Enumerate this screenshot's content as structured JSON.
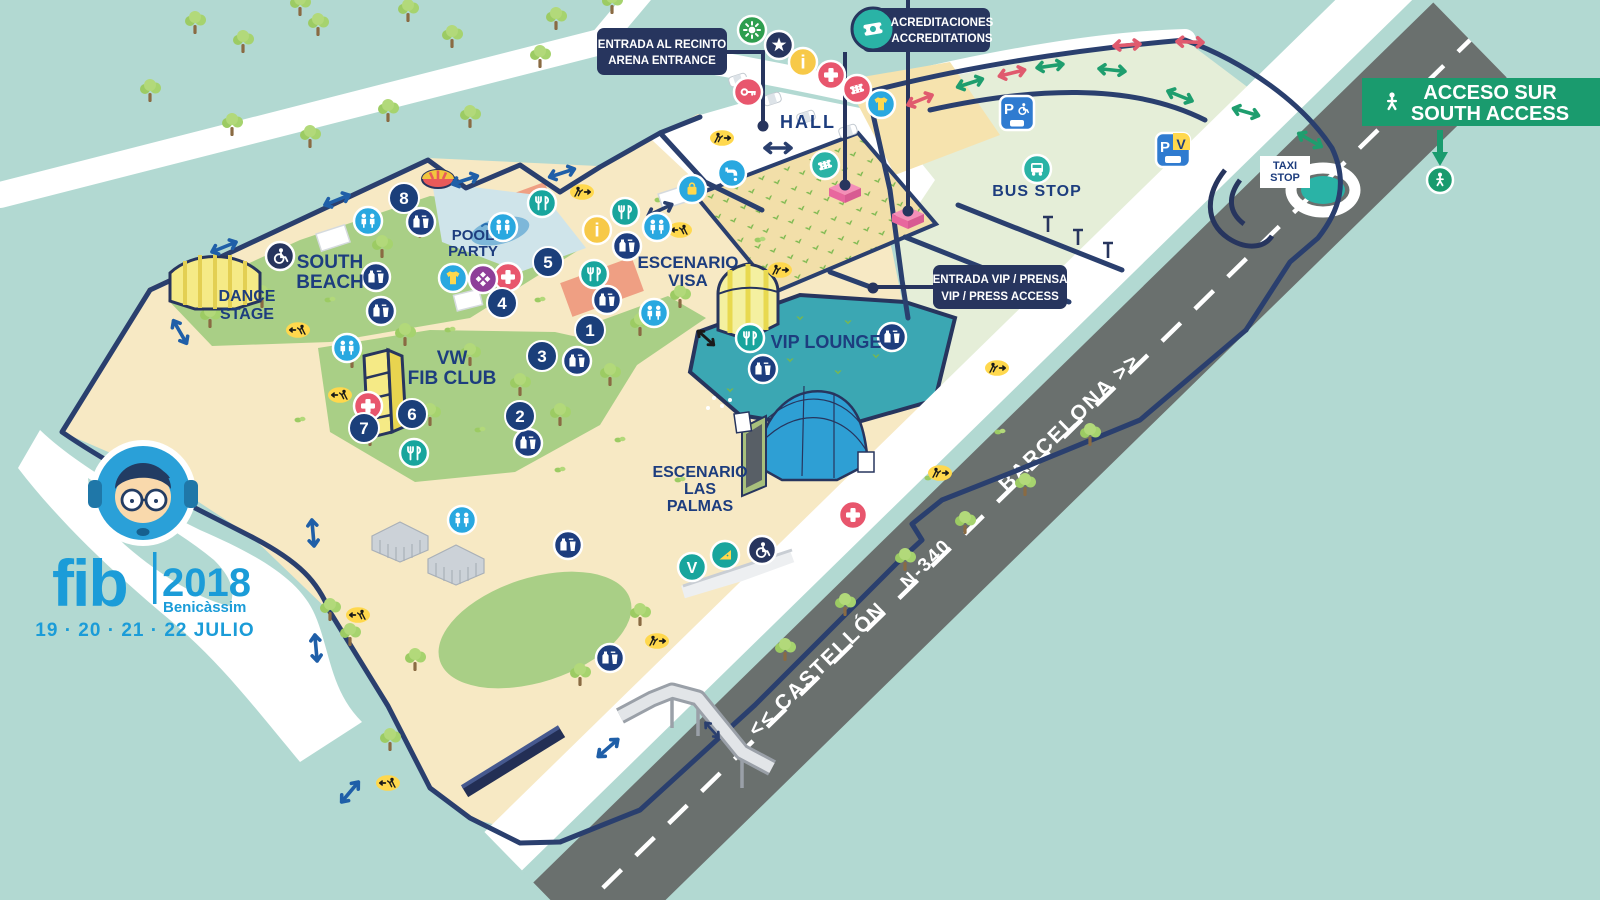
{
  "title": "FIB 2018 Benicàssim festival site map",
  "logo": {
    "brand": "fib",
    "year": "2018",
    "city": "Benicàssim",
    "dates": "19 · 20 · 21 · 22 JULIO"
  },
  "areas": {
    "dance_stage": {
      "l1": "DANCE",
      "l2": "STAGE"
    },
    "south_beach": {
      "l1": "SOUTH",
      "l2": "BEACH"
    },
    "pool_party": {
      "l1": "POOL",
      "l2": "PARTY"
    },
    "vw_fib_club": {
      "l1": "VW",
      "l2": "FIB CLUB"
    },
    "escenario_visa": {
      "l1": "ESCENARIO",
      "l2": "VISA"
    },
    "vip_lounge": {
      "l1": "VIP LOUNGE"
    },
    "escenario_las_palmas": {
      "l1": "ESCENARIO",
      "l2": "LAS",
      "l3": "PALMAS"
    },
    "hall": "HALL",
    "bus_stop": "BUS STOP",
    "taxi_stop": {
      "l1": "TAXI",
      "l2": "STOP"
    }
  },
  "callouts": {
    "arena_entrance": {
      "l1": "ENTRADA AL RECINTO",
      "l2": "ARENA ENTRANCE"
    },
    "accreditations": {
      "l1": "ACREDITACIONES",
      "l2": "ACCREDITATIONS"
    },
    "vip_access": {
      "l1": "ENTRADA VIP / PRENSA",
      "l2": "VIP / PRESS ACCESS"
    },
    "south_access": {
      "l1": "ACCESO SUR",
      "l2": "SOUTH ACCESS"
    }
  },
  "road": {
    "name": "N-340",
    "to_left": "<< CASTELLÓN",
    "to_right": "BARCELONA >>"
  },
  "markers": {
    "n1": "1",
    "n2": "2",
    "n3": "3",
    "n4": "4",
    "n5": "5",
    "n6": "6",
    "n7": "7",
    "n8": "8"
  },
  "glyphs": {
    "info": "i",
    "vegan": "V",
    "parking": "P",
    "vip_parking_v": "V"
  },
  "icons": [
    "toilets-icon",
    "drinks-icon",
    "food-icon",
    "info-icon",
    "first-aid-icon",
    "accessible-icon",
    "merch-tshirt-icon",
    "lockers-icon",
    "key-icon",
    "bag-icon",
    "water-tap-icon",
    "ticket-icon",
    "sun-icon",
    "star-icon",
    "bus-icon",
    "pedestrian-icon",
    "emergency-exit-icon",
    "vegan-icon",
    "snack-icon",
    "parking-disabled-icon",
    "parking-vip-icon"
  ],
  "colors": {
    "background": "#b2d9d2",
    "ground": "#f7e9c4",
    "grass": "#a9cf86",
    "parking_green": "#e5eed8",
    "navy": "#2a3f6e",
    "label_blue": "#1d3d7e",
    "fib_blue": "#1b9cd8",
    "road_grey": "#6a706e",
    "access_green": "#1a9b6e",
    "teal": "#2ab3a6",
    "medical_pink": "#e8566d",
    "booth_pink": "#ef6fa5",
    "yellow": "#ffd84d",
    "stage_blue": "#2e9fd4",
    "icon_blue": "#29a8e0",
    "vip_teal": "#3ba7b3"
  }
}
